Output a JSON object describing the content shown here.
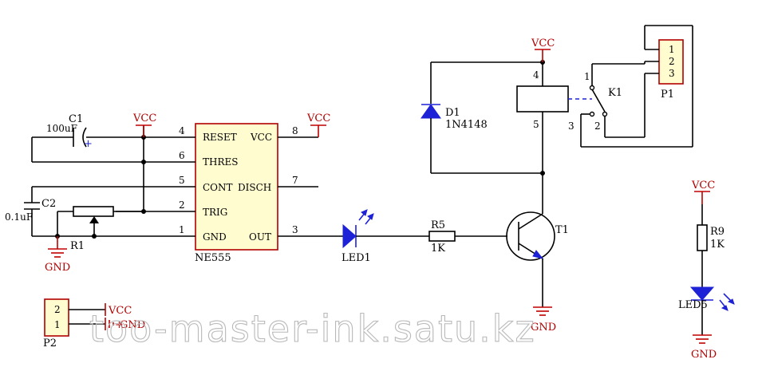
{
  "power": {
    "vcc": "VCC",
    "gnd": "GND"
  },
  "ic": {
    "ref": "NE555",
    "pins": {
      "reset": "RESET",
      "vcc": "VCC",
      "thres": "THRES",
      "cont": "CONT",
      "disch": "DISCH",
      "trig": "TRIG",
      "gnd": "GND",
      "out": "OUT"
    },
    "pin_numbers": {
      "reset": "4",
      "thres": "6",
      "cont": "5",
      "trig": "2",
      "gnd": "1",
      "vcc": "8",
      "disch": "7",
      "out": "3"
    }
  },
  "components": {
    "c1": {
      "ref": "C1",
      "value": "100uF",
      "polarity": "+"
    },
    "c2": {
      "ref": "C2",
      "value": "0.1uF"
    },
    "r1": {
      "ref": "R1"
    },
    "led1": {
      "ref": "LED1"
    },
    "r5": {
      "ref": "R5",
      "value": "1K"
    },
    "t1": {
      "ref": "T1"
    },
    "d1": {
      "ref": "D1",
      "value": "1N4148"
    },
    "relay": {
      "ref": "K1",
      "pin_numbers": [
        "4",
        "5",
        "1",
        "3",
        "2"
      ]
    },
    "p1": {
      "ref": "P1",
      "pins": [
        "1",
        "2",
        "3"
      ]
    },
    "r9": {
      "ref": "R9",
      "value": "1K"
    },
    "led5": {
      "ref": "LED5"
    },
    "p2": {
      "ref": "P2",
      "pins": [
        "2",
        "1"
      ],
      "polarity": "+"
    }
  },
  "watermark": "too-master-ink.satu.kz",
  "colors": {
    "wire": "#000000",
    "power_symbol": "#c00000",
    "ic_fill": "#fffdd0",
    "led": "#1e22d6"
  }
}
